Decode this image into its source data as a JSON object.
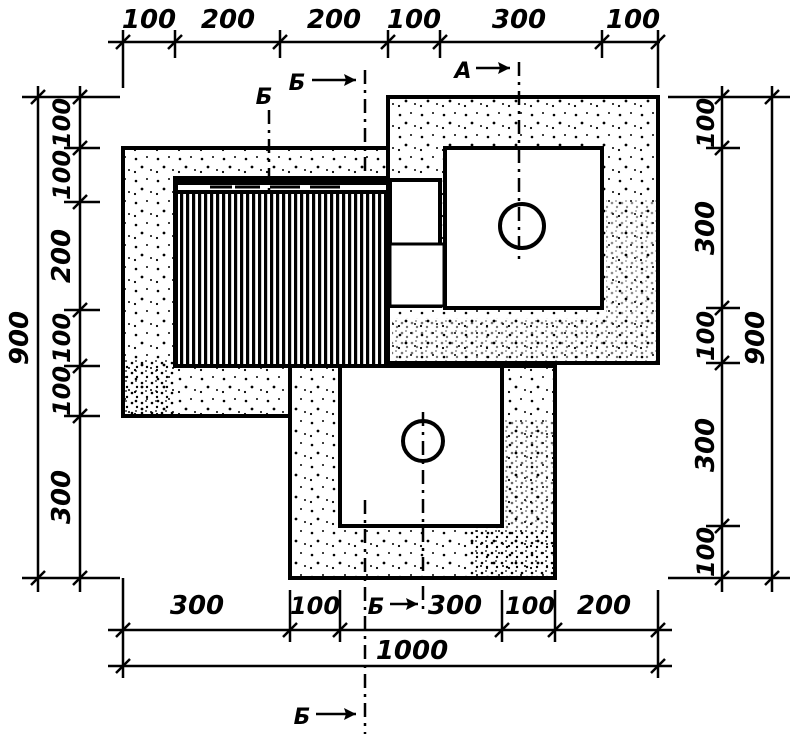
{
  "dimensions": {
    "top": [
      "100",
      "200",
      "200",
      "100",
      "300",
      "100"
    ],
    "bottom": [
      "300",
      "100",
      "300",
      "100",
      "200"
    ],
    "bottom_total": "1000",
    "left": [
      "100",
      "100",
      "200",
      "100",
      "100",
      "300"
    ],
    "left_total": "900",
    "right": [
      "100",
      "300",
      "100",
      "300",
      "100"
    ],
    "right_total": "900"
  },
  "section_labels": {
    "a_top": "А",
    "b_top": "Б",
    "b_left": "Б",
    "b_bottom_inner": "Б",
    "b_bottom": "Б"
  }
}
